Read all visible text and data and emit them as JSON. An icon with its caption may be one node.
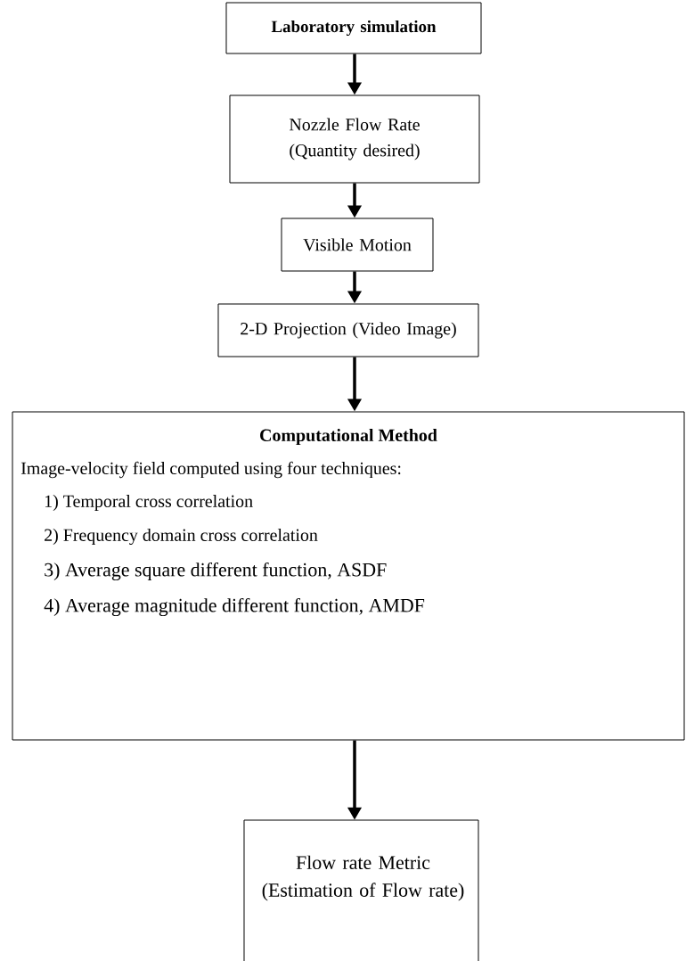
{
  "diagram": {
    "nodes": [
      {
        "text": [
          "Laboratory simulation"
        ]
      },
      {
        "text": [
          "Nozzle Flow Rate (Quantity desired)"
        ]
      },
      {
        "text": [
          "Visible Motion"
        ]
      },
      {
        "text": [
          "2-D Projection (Video Image)"
        ]
      },
      {
        "text": [
          "Computational Method",
          "Image-velocity field computed using four techniques:",
          "1) Temporal cross correlation",
          "2) Frequency domain cross correlation",
          "3) Average square different function, ASDF",
          "4) Average magnitude different function, AMDF"
        ]
      },
      {
        "text": [
          "Flow rate Metric (Estimation of Flow rate)"
        ]
      }
    ],
    "edges": [
      {
        "from": 0,
        "to": 1,
        "arrow": "to"
      },
      {
        "from": 1,
        "to": 2,
        "arrow": "to"
      },
      {
        "from": 2,
        "to": 3,
        "arrow": "to"
      },
      {
        "from": 3,
        "to": 4,
        "arrow": "to"
      },
      {
        "from": 4,
        "to": 5,
        "arrow": "to"
      }
    ]
  }
}
